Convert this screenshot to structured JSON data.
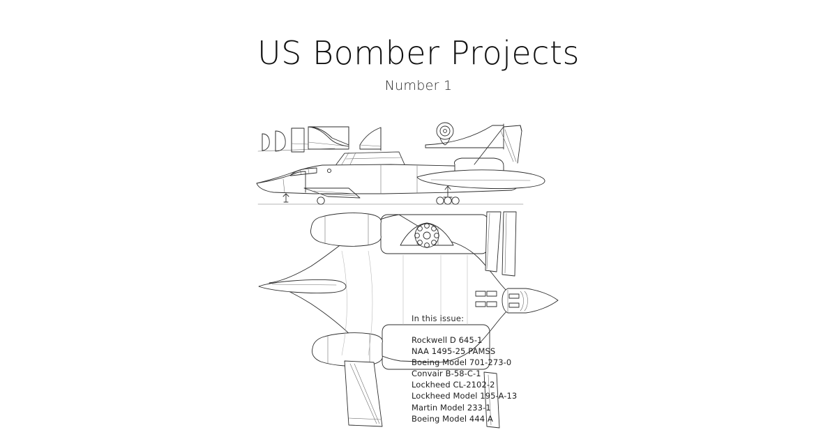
{
  "cover": {
    "title": "US Bomber Projects",
    "subtitle": "Number 1",
    "background_color": "#ffffff",
    "text_color": "#101010",
    "line_color": "#2b2b2b"
  },
  "contents": {
    "heading": "In this issue:",
    "items": [
      "Rockwell D 645-1",
      "NAA 1495-25 PAMSS",
      "Boeing Model 701-273-0",
      "Convair B-58-C-1",
      "Lockheed CL-2102-2",
      "Lockheed Model 195-A-13",
      "Martin Model 233-1",
      "Boeing Model 444 A"
    ]
  },
  "illustration": {
    "name": "bomber-aircraft-line-drawing",
    "description": "Technical three-view line drawing of a bomber aircraft",
    "views": [
      "fuselage-cross-sections",
      "inlet-section-view",
      "side-elevation",
      "planform-top-view"
    ],
    "details": [
      "cockpit-windows",
      "nose-landing-gear",
      "main-landing-gear-bogies",
      "vertical-tail",
      "horizontal-stabilizer",
      "engine-nacelle",
      "turbofan-engine-face",
      "wingtip-pod",
      "forward-fuselage-pod"
    ]
  }
}
